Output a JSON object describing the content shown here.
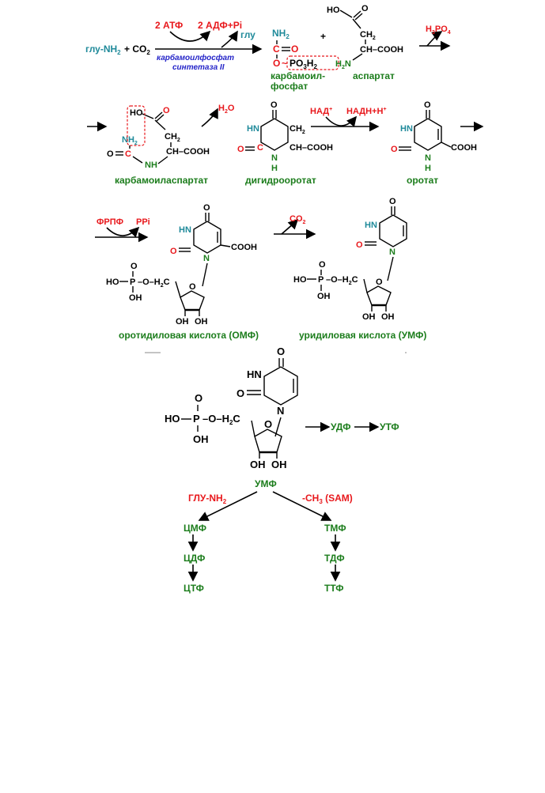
{
  "colors": {
    "red": "#e8181c",
    "green": "#1c7d1c",
    "teal": "#1f8a9a",
    "blue": "#2424c8",
    "black": "#000000"
  },
  "row1": {
    "reactant1": "глу-NH",
    "reactant1_sub": "2",
    "plus1": "+ CO",
    "plus1_sub": "2",
    "atp": "2 АТФ",
    "adp": "2 АДФ+Pi",
    "glu_out": "глу",
    "enzyme_line1": "карбамоилфосфат",
    "enzyme_line2": "синтетаза II",
    "cp_nh2": "NH",
    "cp_nh2_sub": "2",
    "cp_c": "C",
    "cp_o": "O",
    "cp_o2": "O",
    "cp_po3h2": "PO",
    "cp_po3_sub": "3",
    "cp_h2": "H",
    "cp_h2_sub": "2",
    "cp_name1": "карбамоил-",
    "cp_name2": "фосфат",
    "plus2": "+",
    "asp_ho": "HO",
    "asp_o": "O",
    "asp_ch2": "CH",
    "asp_ch2_sub": "2",
    "asp_ch": "CH–COOH",
    "asp_h2n": "H",
    "asp_h2n_sub": "2",
    "asp_n": "N",
    "asp_name": "аспартат",
    "h3po4": "H",
    "h3po4_sub1": "3",
    "h3po4_mid": "PO",
    "h3po4_sub2": "4"
  },
  "row2": {
    "ca_ho": "HO",
    "ca_o": "O",
    "ca_ch2": "CH",
    "ca_ch2_sub": "2",
    "ca_nh2": "NH",
    "ca_nh2_sub": "2",
    "ca_ch": "CH–COOH",
    "ca_c": "C",
    "ca_o2": "O",
    "ca_nh": "NH",
    "ca_name": "карбамоиласпартат",
    "h2o": "H",
    "h2o_sub": "2",
    "h2o_o": "O",
    "dho_o_top": "O",
    "dho_hn": "HN",
    "dho_ch2": "CH",
    "dho_ch2_sub": "2",
    "dho_c": "C",
    "dho_o_left": "O",
    "dho_ch": "CH–COOH",
    "dho_n": "N",
    "dho_h": "H",
    "dho_name": "дигидрооротат",
    "nad": "НАД",
    "nad_sup": "+",
    "nadh": "НАДН+Н",
    "nadh_sup": "+",
    "or_o_top": "O",
    "or_hn": "HN",
    "or_o_left": "O",
    "or_n": "N",
    "or_h": "H",
    "or_cooh": "COOH",
    "or_name": "оротат"
  },
  "row3": {
    "prpp": "ФРПФ",
    "ppi": "PPi",
    "omp_o_top": "O",
    "omp_hn": "HN",
    "omp_o_left": "O",
    "omp_n": "N",
    "omp_cooh": "COOH",
    "omp_p_o": "O",
    "omp_ho": "HO",
    "omp_p": "P",
    "omp_o_ch2": "O–H",
    "omp_o_ch2_sub": "2",
    "omp_o_ch2_c": "C",
    "omp_oh": "OH",
    "omp_ring_o": "O",
    "omp_oh1": "OH",
    "omp_oh2": "OH",
    "omp_name": "оротидиловая кислота (ОМФ)",
    "co2": "CO",
    "co2_sub": "2",
    "ump_o_top": "O",
    "ump_hn": "HN",
    "ump_o_left": "O",
    "ump_n": "N",
    "ump_p_o": "O",
    "ump_ho": "HO",
    "ump_p": "P",
    "ump_o_ch2": "O–H",
    "ump_o_ch2_sub": "2",
    "ump_o_ch2_c": "C",
    "ump_oh": "OH",
    "ump_ring_o": "O",
    "ump_oh1": "OH",
    "ump_oh2": "OH",
    "ump_name": "уридиловая кислота (УМФ)"
  },
  "row4": {
    "o_top": "O",
    "hn": "HN",
    "o_left": "O",
    "n": "N",
    "p_o": "O",
    "ho": "HO",
    "p": "P",
    "o_ch2": "O–H",
    "o_ch2_sub": "2",
    "o_ch2_c": "C",
    "oh": "OH",
    "ring_o": "O",
    "oh1": "OH",
    "oh2": "OH",
    "udp": "УДФ",
    "utp": "УТФ",
    "ump": "УМФ",
    "gln": "ГЛУ-NH",
    "gln_sub": "2",
    "methyl": "-CH",
    "methyl_sub": "3",
    "methyl_rest": " (SAM)",
    "cmp": "ЦМФ",
    "cdp": "ЦДФ",
    "ctp": "ЦТФ",
    "tmp": "ТМФ",
    "tdp": "ТДФ",
    "ttp": "ТТФ"
  }
}
